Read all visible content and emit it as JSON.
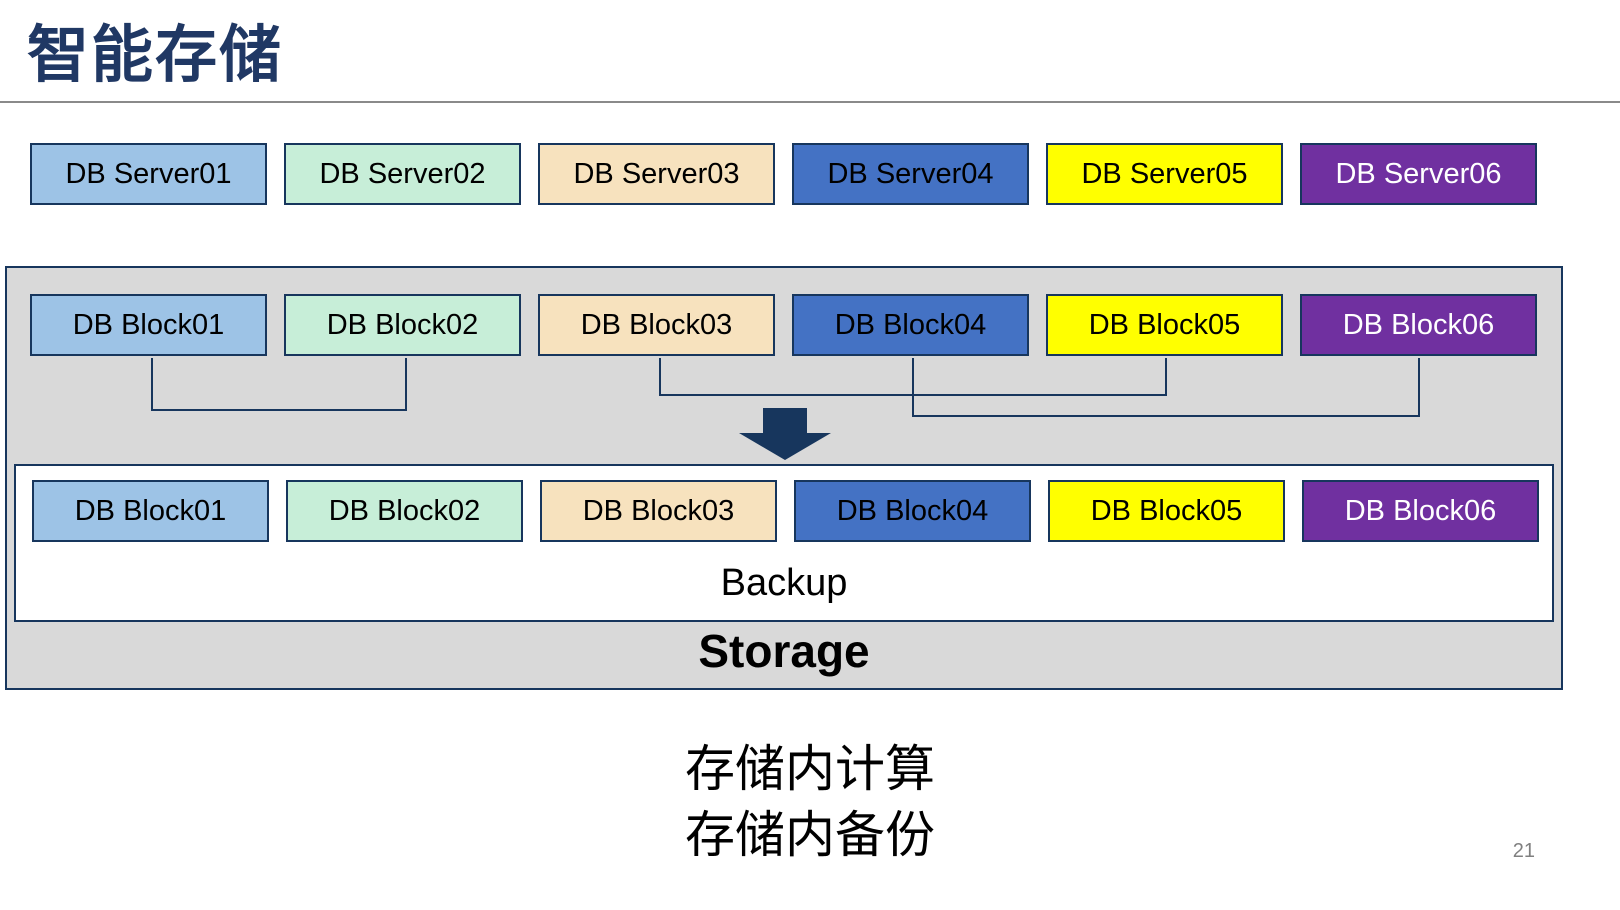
{
  "slide": {
    "title": "智能存储",
    "page_number": "21",
    "captions": [
      "存储内计算",
      "存储内备份"
    ]
  },
  "colors": {
    "title": "#203864",
    "box_border": "#17365D",
    "container_bg": "#D9D9D9",
    "arrow": "#17365D",
    "divider": "#8a8a8a",
    "page_number": "#808080"
  },
  "servers": [
    {
      "label": "DB Server01",
      "bg": "#9DC3E6",
      "fg": "#000000"
    },
    {
      "label": "DB Server02",
      "bg": "#C7EED8",
      "fg": "#000000"
    },
    {
      "label": "DB Server03",
      "bg": "#F7E2BE",
      "fg": "#000000"
    },
    {
      "label": "DB Server04",
      "bg": "#4472C4",
      "fg": "#000000"
    },
    {
      "label": "DB Server05",
      "bg": "#FFFF00",
      "fg": "#000000"
    },
    {
      "label": "DB Server06",
      "bg": "#7030A0",
      "fg": "#FFFFFF"
    }
  ],
  "storage": {
    "label": "Storage",
    "backup_label": "Backup",
    "blocks_top": [
      {
        "label": "DB Block01",
        "bg": "#9DC3E6",
        "fg": "#000000"
      },
      {
        "label": "DB Block02",
        "bg": "#C7EED8",
        "fg": "#000000"
      },
      {
        "label": "DB Block03",
        "bg": "#F7E2BE",
        "fg": "#000000"
      },
      {
        "label": "DB Block04",
        "bg": "#4472C4",
        "fg": "#000000"
      },
      {
        "label": "DB Block05",
        "bg": "#FFFF00",
        "fg": "#000000"
      },
      {
        "label": "DB Block06",
        "bg": "#7030A0",
        "fg": "#FFFFFF"
      }
    ],
    "blocks_bottom": [
      {
        "label": "DB Block01",
        "bg": "#9DC3E6",
        "fg": "#000000"
      },
      {
        "label": "DB Block02",
        "bg": "#C7EED8",
        "fg": "#000000"
      },
      {
        "label": "DB Block03",
        "bg": "#F7E2BE",
        "fg": "#000000"
      },
      {
        "label": "DB Block04",
        "bg": "#4472C4",
        "fg": "#000000"
      },
      {
        "label": "DB Block05",
        "bg": "#FFFF00",
        "fg": "#000000"
      },
      {
        "label": "DB Block06",
        "bg": "#7030A0",
        "fg": "#FFFFFF"
      }
    ]
  }
}
